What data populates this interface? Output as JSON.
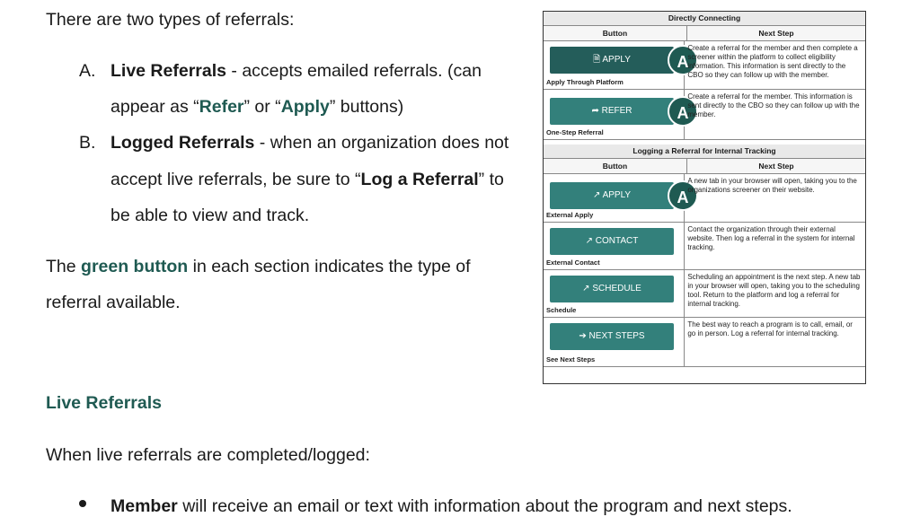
{
  "intro": "There are two types of referrals:",
  "items": [
    {
      "marker": "A.",
      "title": "Live Referrals",
      "rest": " - accepts emailed referrals. (can",
      "line2_pre": "appear as “",
      "refer": "Refer",
      "mid": "” or “",
      "apply": "Apply",
      "line2_post": "” buttons)"
    },
    {
      "marker": "B.",
      "title": "Logged Referrals",
      "rest": " - when an organization does not",
      "line2_pre": "accept live referrals, be sure to “",
      "log": "Log a Referral",
      "line2_post": "” to",
      "line3": "be able to view and track."
    }
  ],
  "green_note": {
    "pre": "The ",
    "green": "green button",
    "post": " in each section indicates the type of",
    "line2": "referral available."
  },
  "heading": "Live Referrals",
  "completed": "When live referrals are completed/logged:",
  "bullet": {
    "bold": "Member",
    "rest": " will receive an email or text with information about the program and next steps."
  },
  "figure": {
    "section1": "Directly Connecting",
    "section2": "Logging a Referral for Internal Tracking",
    "col_button": "Button",
    "col_next": "Next Step",
    "badge": "A",
    "rows1": [
      {
        "button": "APPLY",
        "icon": "document-icon",
        "caption": "Apply Through Platform",
        "desc": "Create a referral for the member and then complete a screener within the platform to collect eligibility information. This information is sent directly to the CBO so they can follow up with the member."
      },
      {
        "button": "REFER",
        "icon": "share-arrow-icon",
        "caption": "One-Step Referral",
        "desc": "Create a referral for the member. This information is sent directly to the CBO so they can follow up with the member."
      }
    ],
    "rows2": [
      {
        "button": "APPLY",
        "icon": "external-link-icon",
        "caption": "External Apply",
        "desc": "A new tab in your browser will open, taking you to the organizations screener on their website."
      },
      {
        "button": "CONTACT",
        "icon": "external-link-icon",
        "caption": "External Contact",
        "desc": "Contact the organization through their external website. Then log a referral in the system for internal tracking."
      },
      {
        "button": "SCHEDULE",
        "icon": "external-link-icon",
        "caption": "Schedule",
        "desc": "Scheduling an appointment is the next step. A new tab in your browser will open, taking you to the scheduling tool. Return to the platform and log a referral for internal tracking."
      },
      {
        "button": "NEXT STEPS",
        "icon": "arrow-right-icon",
        "caption": "See Next Steps",
        "desc": "The best way to reach a program is to call, email, or go in person. Log a referral for internal tracking."
      }
    ]
  }
}
